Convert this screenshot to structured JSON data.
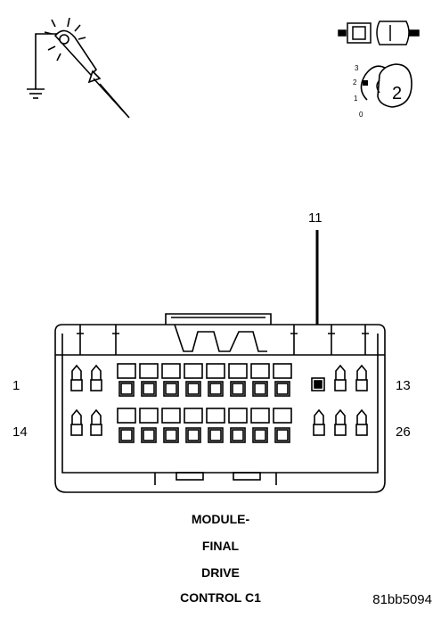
{
  "icons": {
    "test_probe": "test-light-probe-icon",
    "connector": "connector-disconnect-icon",
    "ignition": "ignition-switch-icon"
  },
  "ignition": {
    "positions": [
      "3",
      "2",
      "1",
      "0"
    ],
    "key_position": "2"
  },
  "connector": {
    "highlighted_pin": "11",
    "pin_labels": {
      "top_left": "1",
      "top_right": "13",
      "bottom_left": "14",
      "bottom_right": "26"
    }
  },
  "caption": {
    "lines": [
      "MODULE-",
      "FINAL",
      "DRIVE",
      "CONTROL C1"
    ]
  },
  "figure_code": "81bb5094"
}
